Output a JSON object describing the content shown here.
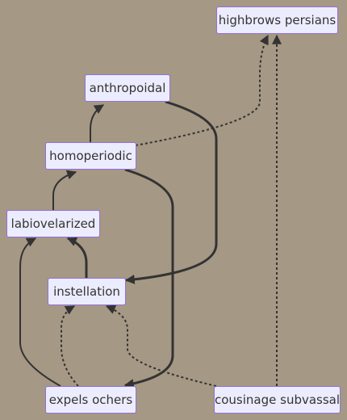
{
  "diagram": {
    "nodes": {
      "highbrows_persians": "highbrows persians",
      "anthropoidal": "anthropoidal",
      "homoperiodic": "homoperiodic",
      "labiovelarized": "labiovelarized",
      "instellation": "instellation",
      "expels_ochers": "expels ochers",
      "cousinage_subvassal": "cousinage subvassal"
    },
    "edges": [
      {
        "from": "homoperiodic",
        "to": "anthropoidal",
        "style": "solid"
      },
      {
        "from": "labiovelarized",
        "to": "homoperiodic",
        "style": "solid"
      },
      {
        "from": "instellation",
        "to": "labiovelarized",
        "style": "thick"
      },
      {
        "from": "anthropoidal",
        "to": "instellation",
        "style": "thick"
      },
      {
        "from": "homoperiodic",
        "to": "expels_ochers",
        "style": "thick"
      },
      {
        "from": "homoperiodic",
        "to": "highbrows_persians",
        "style": "dotted"
      },
      {
        "from": "expels_ochers",
        "to": "labiovelarized",
        "style": "solid"
      },
      {
        "from": "expels_ochers",
        "to": "instellation",
        "style": "dotted"
      },
      {
        "from": "cousinage_subvassal",
        "to": "instellation",
        "style": "dotted"
      },
      {
        "from": "cousinage_subvassal",
        "to": "highbrows_persians",
        "style": "dotted"
      }
    ]
  },
  "colors": {
    "background": "#a59884",
    "node_fill": "#ececff",
    "node_border": "#9370db",
    "edge": "#333333"
  }
}
